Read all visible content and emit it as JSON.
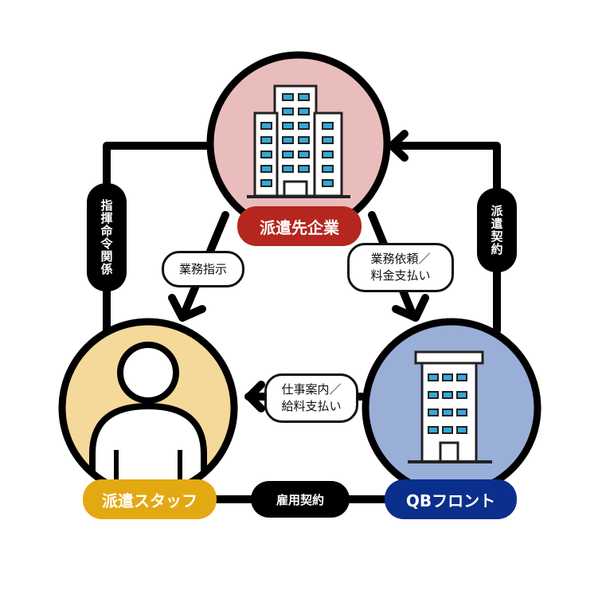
{
  "nodes": {
    "client": {
      "label": "派遣先企業",
      "color": "#B5261E",
      "circle_fill": "#E9BDBC"
    },
    "staff": {
      "label": "派遣スタッフ",
      "color": "#E3A913",
      "circle_fill": "#F5D99A"
    },
    "front": {
      "label": "QBフロント",
      "color": "#0A2F8C",
      "circle_fill": "#99AFD8"
    }
  },
  "relations": {
    "command": {
      "label": "指揮命令関係"
    },
    "dispatch_contract": {
      "label": "派遣契約"
    },
    "employment": {
      "label": "雇用契約"
    },
    "work_instruction": {
      "label": "業務指示"
    },
    "work_request": {
      "label": "業務依頼／\n料金支払い"
    },
    "job_info": {
      "label": "仕事案内／\n給料支払い"
    }
  },
  "icons": {
    "client": "office-building-icon",
    "staff": "person-icon",
    "front": "office-tower-icon"
  }
}
